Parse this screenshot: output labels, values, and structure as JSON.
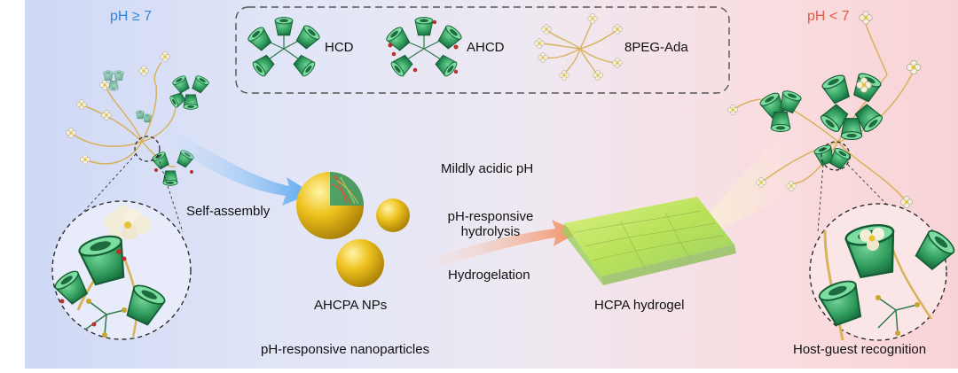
{
  "ph_left": "pH ≥ 7",
  "ph_right": "pH < 7",
  "legend": {
    "hcd": "HCD",
    "ahcd": "AHCD",
    "peg": "8PEG-Ada"
  },
  "labels": {
    "self_assembly": "Self-assembly",
    "mildly_acidic": "Mildly acidic pH",
    "ph_responsive_hydrolysis": "pH-responsive\nhydrolysis",
    "hydrogelation": "Hydrogelation",
    "ahcpa_nps": "AHCPA NPs",
    "hcpa_hydrogel": "HCPA hydrogel",
    "ph_responsive_nanoparticles": "pH-responsive nanoparticles",
    "host_guest": "Host-guest recognition"
  },
  "colors": {
    "ph_left": "#2f86d8",
    "ph_right": "#e05a45",
    "cyclodextrin_green": "#2f9a5c",
    "peg_chain": "#d8b25a",
    "nanoparticle_gold": "#e3b414",
    "hydrogel_green": "#b8e34a"
  }
}
